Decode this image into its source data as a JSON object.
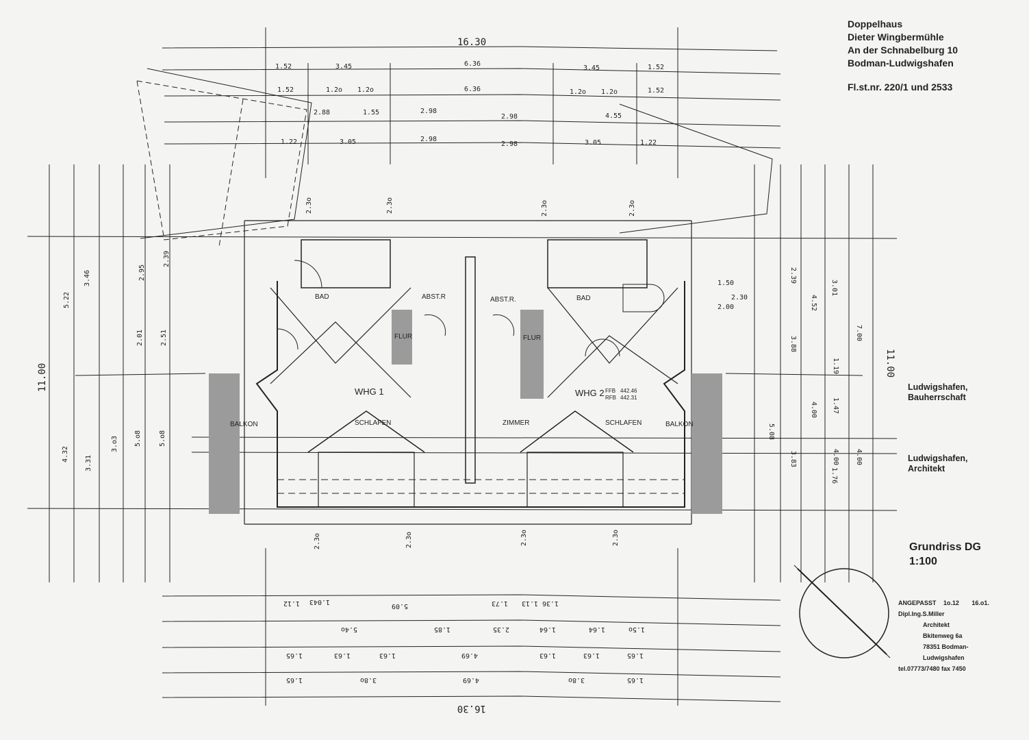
{
  "title_block": {
    "line1": "Doppelhaus",
    "line2": "Dieter Wingbermühle",
    "line3": "An der Schnabelburg 10",
    "line4": "Bodman-Ludwigshafen",
    "parcel": "Fl.st.nr. 220/1 und 2533"
  },
  "signatures": {
    "owner_place": "Ludwigshafen,",
    "owner_role": "Bauherrschaft",
    "architect_place": "Ludwigshafen,",
    "architect_role": "Architekt"
  },
  "sheet": {
    "name": "Grundriss DG",
    "scale": "1:100"
  },
  "stamp": {
    "adapted": "ANGEPASST",
    "adapted_date1": "1o.12",
    "adapted_date2": "16.o1.",
    "name": "Dipl.Ing.S.Miller",
    "role": "Architekt",
    "street": "Bkitenweg 6a",
    "city": "78351 Bodman-",
    "city2": "Ludwigshafen",
    "phone": "tel.07773/7480 fax 7450"
  },
  "rooms": {
    "bad_left": "BAD",
    "abstr_left": "ABST.R",
    "abstr_right": "ABST.R.",
    "bad_right": "BAD",
    "flur_left": "FLUR",
    "flur_right": "FLUR",
    "whg1": "WHG 1",
    "whg2": "WHG 2",
    "ffb": "FFB",
    "ffb_val": "442.46",
    "rfb": "RFB",
    "rfb_val": "442.31",
    "balkon_left": "BALKON",
    "balkon_right": "BALKON",
    "schlafen_left": "SCHLAFEN",
    "zimmer": "ZIMMER",
    "schlafen_right": "SCHLAFEN"
  },
  "dimensions": {
    "total_width_top": "16.30",
    "total_width_bottom": "16.30",
    "total_depth_left": "11.00",
    "total_depth_right": "11.00",
    "top_row1": [
      "1.52",
      "3.45",
      "6.36",
      "3.45",
      "1.52"
    ],
    "top_row2": [
      "1.52",
      "1.2o",
      "1.2o",
      "6.36",
      "1.2o",
      "1.2o",
      "1.52"
    ],
    "top_row3": [
      "2.88",
      "1.55",
      "2.98",
      "2.98",
      "4.55"
    ],
    "top_row4": [
      "1.22",
      "3.05",
      "2.98",
      "2.98",
      "3.05",
      "1.22"
    ],
    "heights": [
      "2.3o",
      "2.3o",
      "2.3o",
      "2.3o"
    ],
    "bottom_heights": [
      "2.3o",
      "2.3o",
      "2.3o",
      "2.3o"
    ],
    "left_chain": [
      "5.22",
      "3.46",
      "2.95",
      "2.39",
      "2.01",
      "2.51",
      "5.o8",
      "5.o8",
      "3.o3",
      "3.31",
      "4.32"
    ],
    "right_chain": [
      "2.39",
      "4.52",
      "3.01",
      "7.00",
      "3.88",
      "1.19",
      "1.47",
      "4.00",
      "4.00",
      "4.00",
      "3.83",
      "1.76",
      "5.08",
      "1.50",
      "2.30",
      "2.00"
    ],
    "bottom_row1": [
      "1.12",
      "1.043",
      "5.09",
      "1.73",
      "1.13",
      "1.36"
    ],
    "bottom_row2": [
      "5.4o",
      "1.85",
      "2.35",
      "1.64",
      "1.64",
      "1.5o"
    ],
    "bottom_row3": [
      "1.65",
      "1.63",
      "1.63",
      "4.69",
      "1.63",
      "1.63",
      "1.65"
    ],
    "bottom_row4": [
      "1.65",
      "3.8o",
      "4.69",
      "3.8o",
      "1.65"
    ]
  }
}
